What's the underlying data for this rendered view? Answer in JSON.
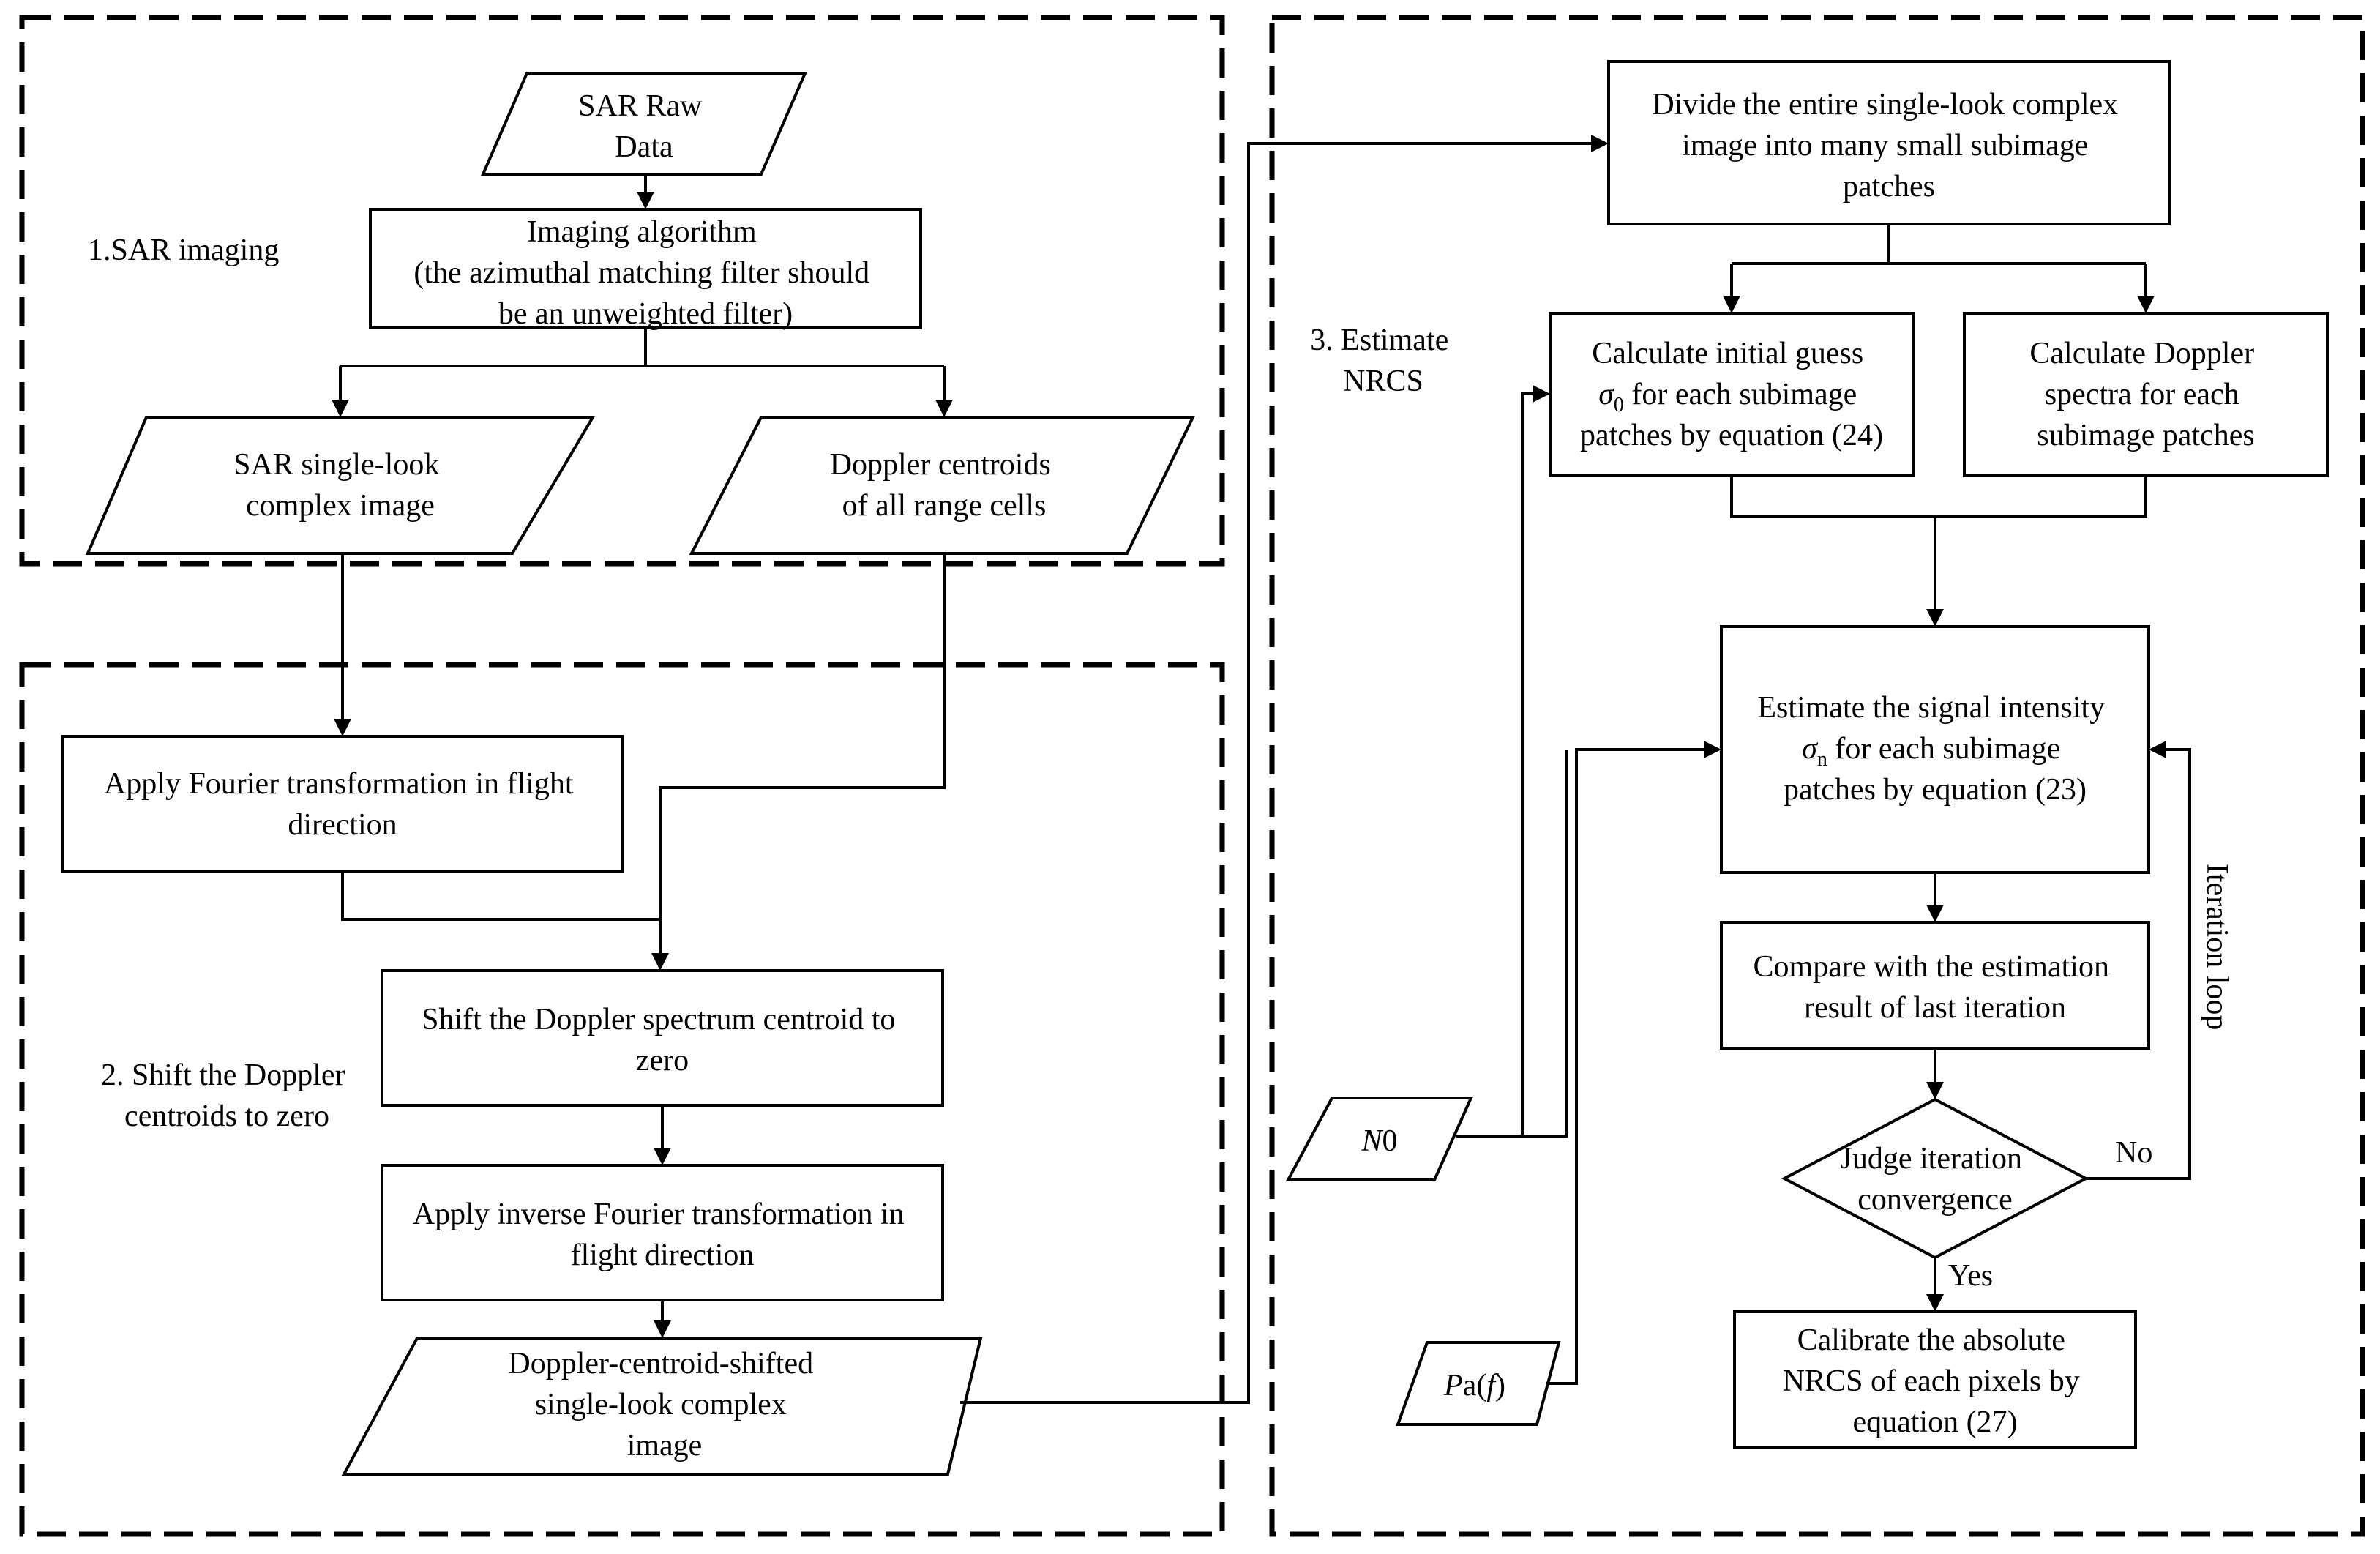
{
  "sections": {
    "imaging": [
      "1.SAR imaging"
    ],
    "shift": [
      "2. Shift the Doppler",
      "centroids to zero"
    ],
    "estimate": [
      "3. Estimate",
      "NRCS"
    ]
  },
  "nodes": {
    "raw_data": {
      "lines": [
        "SAR Raw",
        "Data"
      ]
    },
    "imaging_algorithm": {
      "lines": [
        "Imaging algorithm",
        "(the azimuthal matching filter should",
        "be an unweighted filter)"
      ]
    },
    "slc_image": {
      "lines": [
        "SAR single-look",
        "complex image"
      ]
    },
    "doppler_centroids": {
      "lines": [
        "Doppler centroids",
        "of all range cells"
      ]
    },
    "fourier": {
      "lines": [
        "Apply Fourier transformation in flight",
        "direction"
      ]
    },
    "shift_spectrum": {
      "lines": [
        "Shift the Doppler spectrum centroid to",
        "zero"
      ]
    },
    "inverse_fourier": {
      "lines": [
        "Apply inverse Fourier transformation in",
        "flight direction"
      ]
    },
    "shifted_slc": {
      "lines": [
        "Doppler-centroid-shifted",
        "single-look complex",
        "image"
      ]
    },
    "divide": {
      "lines": [
        "Divide the entire single-look complex",
        "image into many small subimage",
        "patches"
      ]
    },
    "initial_guess": {
      "line1": "Calculate initial guess",
      "sigma": "σ",
      "sub": "0",
      "line2_rest": " for each subimage",
      "line3": "patches by equation (24)"
    },
    "doppler_spectra": {
      "lines": [
        "Calculate Doppler",
        "spectra for each",
        "subimage patches"
      ]
    },
    "signal_intensity": {
      "line1": "Estimate the signal intensity",
      "sigma": "σ",
      "sub": "n",
      "line2_rest": " for each subimage",
      "line3": "patches by equation (23)"
    },
    "compare": {
      "lines": [
        "Compare with the estimation",
        "result of last iteration"
      ]
    },
    "judge": {
      "lines": [
        "Judge iteration",
        "convergence"
      ]
    },
    "calibrate": {
      "lines": [
        "Calibrate the absolute",
        "NRCS of each pixels by",
        "equation (27)"
      ]
    },
    "n0": {
      "italic": "N",
      "rest": "0"
    },
    "pa": {
      "italic1": "P",
      "mid": "a(",
      "italic2": "f",
      "end": ")"
    }
  },
  "edge_labels": {
    "no": "No",
    "yes": "Yes",
    "loop": "Iteration loop"
  }
}
